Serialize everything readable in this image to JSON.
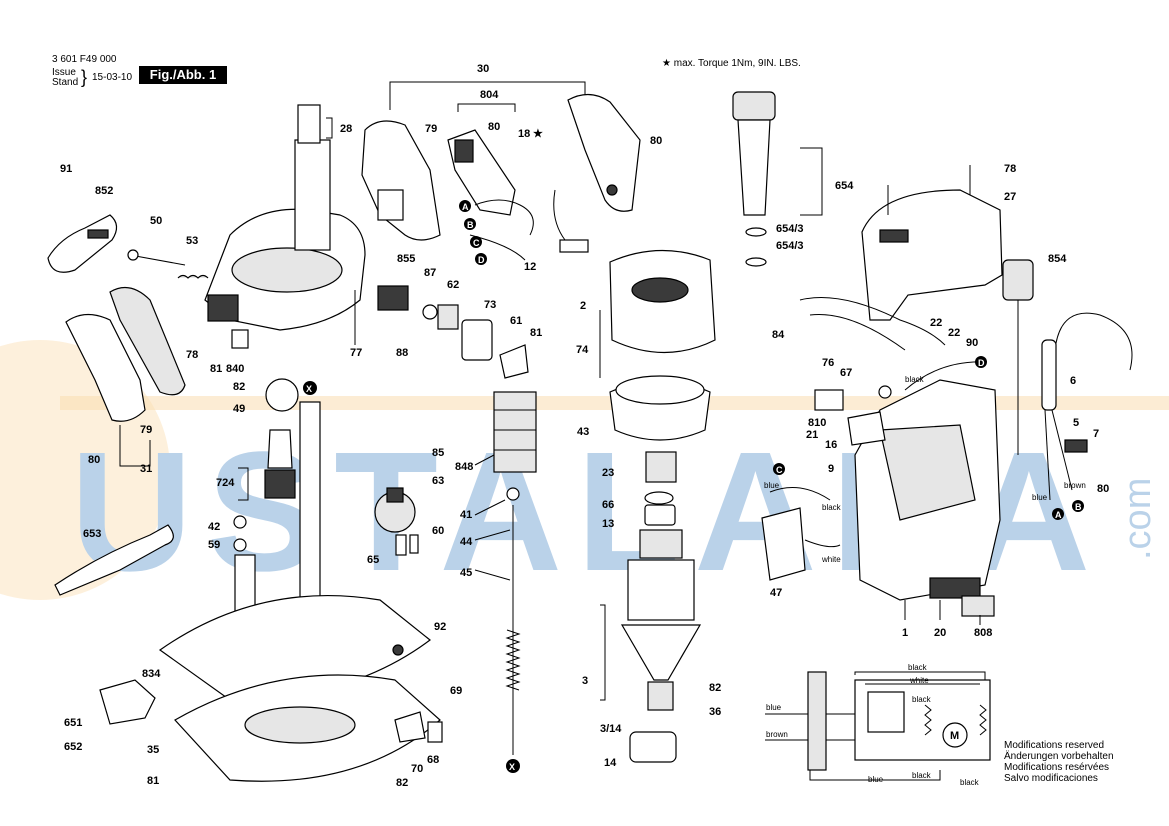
{
  "header": {
    "part_number": "3 601 F49 000",
    "issue_label": "Issue",
    "stand_label": "Stand",
    "issue_date": "15-03-10",
    "figure_label": "Fig./Abb. 1"
  },
  "torque_note": "★ max. Torque 1Nm,  9IN. LBS.",
  "watermark": {
    "text": "USTALARA",
    "suffix": ".com",
    "color": "#3a7fc1",
    "accent": "#f2a122"
  },
  "modifications": [
    "Modifications reserved",
    "Änderungen vorbehalten",
    "Modifications resérvées",
    "Salvo modificaciones"
  ],
  "wiring_labels": {
    "black": "black",
    "white": "white",
    "blue": "blue",
    "brown": "brown",
    "motor": "M"
  },
  "connectors": [
    "A",
    "B",
    "C",
    "D",
    "X"
  ],
  "callouts": {
    "p30": "30",
    "p804": "804",
    "p18": "18",
    "star": "★",
    "p28": "28",
    "p79": "79",
    "p80": "80",
    "p91": "91",
    "p852": "852",
    "p50": "50",
    "p53": "53",
    "p855": "855",
    "p87": "87",
    "p62": "62",
    "p73": "73",
    "p61": "61",
    "p81": "81",
    "p88": "88",
    "p77": "77",
    "p12": "12",
    "p2": "2",
    "p74": "74",
    "p654": "654",
    "p654_3": "654/3",
    "p78": "78",
    "p27": "27",
    "p854": "854",
    "p84": "84",
    "p76": "76",
    "p67": "67",
    "p22": "22",
    "p90": "90",
    "p6": "6",
    "p810": "810",
    "p21": "21",
    "p16": "16",
    "p5": "5",
    "p7": "7",
    "p43": "43",
    "p23": "23",
    "p66": "66",
    "p13": "13",
    "p848": "848",
    "p41": "41",
    "p44": "44",
    "p45": "45",
    "p840": "840",
    "p82": "82",
    "p49": "49",
    "p31": "31",
    "p85": "85",
    "p63": "63",
    "p724": "724",
    "p42": "42",
    "p59": "59",
    "p60": "60",
    "p65": "65",
    "p653": "653",
    "p92": "92",
    "p834": "834",
    "p69": "69",
    "p651": "651",
    "p652": "652",
    "p35": "35",
    "p70": "70",
    "p68": "68",
    "p3": "3",
    "p3_14": "3/14",
    "p14": "14",
    "p36": "36",
    "p47": "47",
    "p9": "9",
    "p1": "1",
    "p20": "20",
    "p808": "808"
  }
}
